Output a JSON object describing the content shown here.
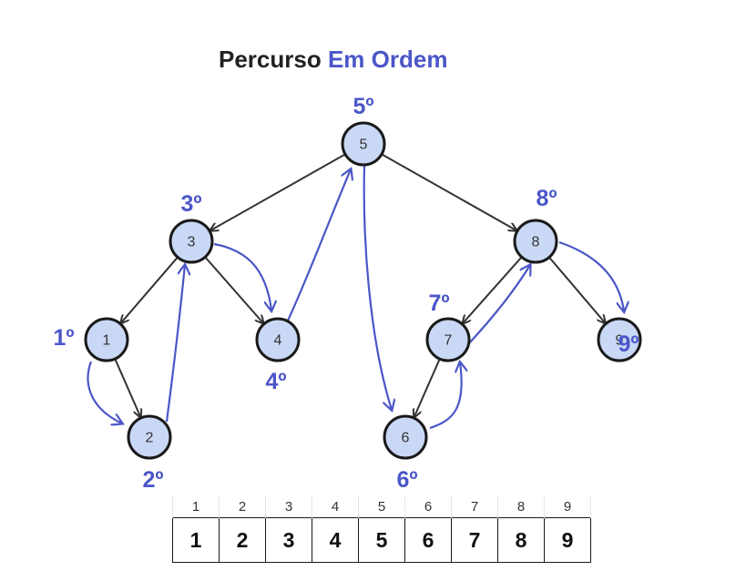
{
  "title": {
    "part1": "Percurso",
    "part2": "Em Ordem"
  },
  "colors": {
    "accent": "#4b56c8",
    "node_fill": "#c9d8f5",
    "edge": "#333333"
  },
  "nodes": [
    {
      "id": "5",
      "order": "5º"
    },
    {
      "id": "3",
      "order": "3º"
    },
    {
      "id": "8",
      "order": "8º"
    },
    {
      "id": "1",
      "order": "1º"
    },
    {
      "id": "4",
      "order": "4º"
    },
    {
      "id": "7",
      "order": "7º"
    },
    {
      "id": "9",
      "order": "9º"
    },
    {
      "id": "2",
      "order": "2º"
    },
    {
      "id": "6",
      "order": "6º"
    }
  ],
  "edges": [
    [
      "5",
      "3"
    ],
    [
      "5",
      "8"
    ],
    [
      "3",
      "1"
    ],
    [
      "3",
      "4"
    ],
    [
      "1",
      "2"
    ],
    [
      "8",
      "7"
    ],
    [
      "8",
      "9"
    ],
    [
      "7",
      "6"
    ]
  ],
  "table": {
    "indices": [
      "1",
      "2",
      "3",
      "4",
      "5",
      "6",
      "7",
      "8",
      "9"
    ],
    "values": [
      "1",
      "2",
      "3",
      "4",
      "5",
      "6",
      "7",
      "8",
      "9"
    ]
  }
}
